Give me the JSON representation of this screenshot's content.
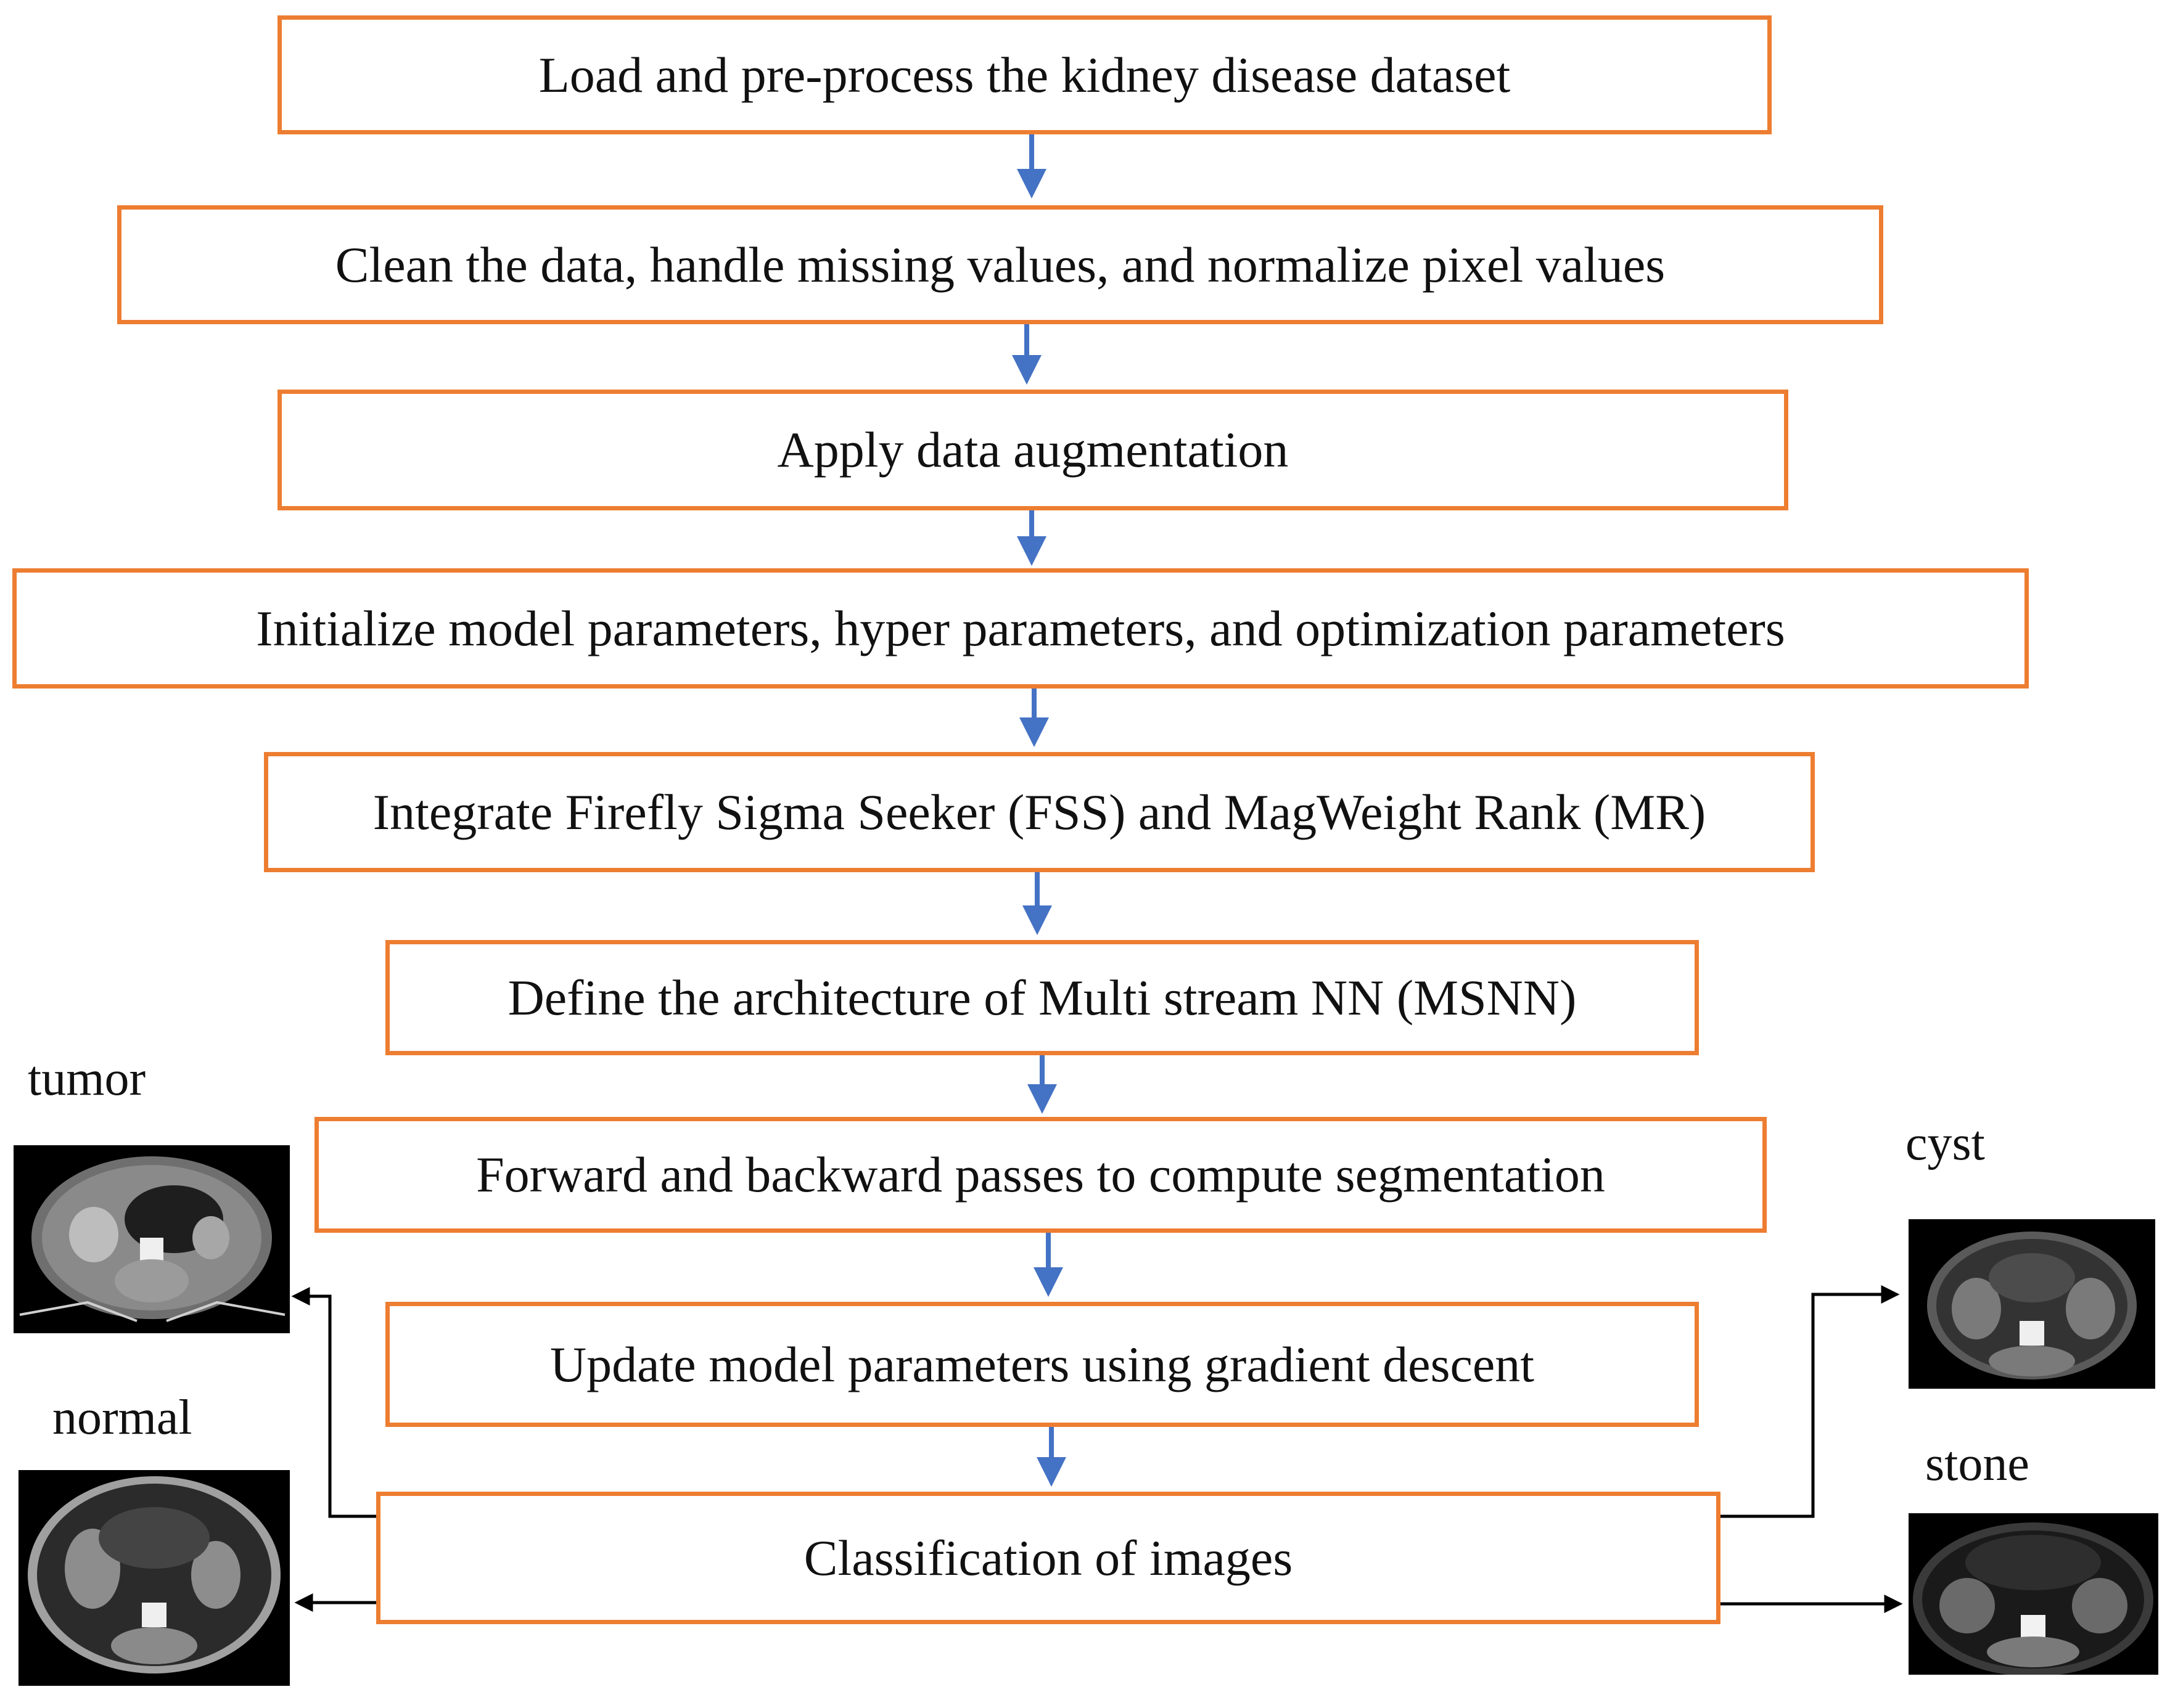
{
  "steps": [
    "Load and pre-process the kidney disease dataset",
    "Clean the data, handle missing values, and normalize pixel values",
    "Apply data augmentation",
    "Initialize model parameters, hyper parameters, and optimization parameters",
    "Integrate Firefly Sigma Seeker (FSS) and MagWeight Rank (MR)",
    "Define the architecture of Multi stream NN (MSNN)",
    "Forward and backward passes to compute segmentation",
    "Update model parameters using gradient descent",
    "Classification of images"
  ],
  "classes": {
    "tumor": "tumor",
    "normal": "normal",
    "cyst": "cyst",
    "stone": "stone"
  },
  "colors": {
    "box_border": "#ED7D31",
    "flow_arrow": "#4472C4",
    "output_arrow": "#000000",
    "scan_background": "#000000"
  },
  "icons": {
    "scan": "ct-scan-image",
    "arrow": "arrow-down-icon"
  }
}
